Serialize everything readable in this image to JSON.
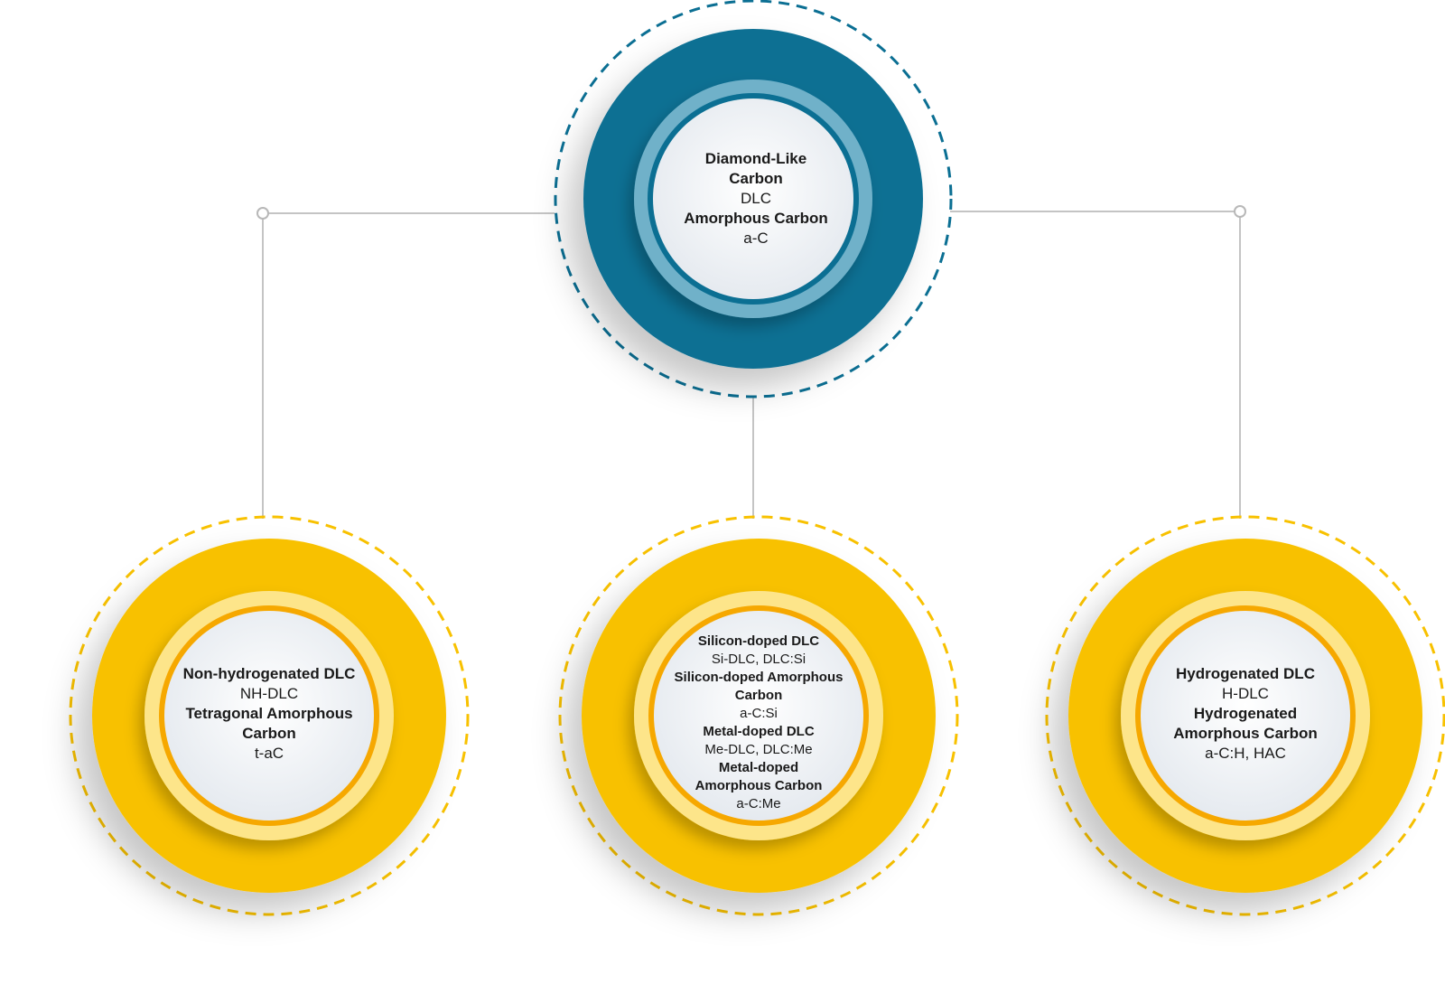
{
  "colors": {
    "root_outer": "#0b6f93",
    "root_ring": "#6fb1c9",
    "root_dash": "#0b6f93",
    "child_outer": "#f8c100",
    "child_ring": "#fde58a",
    "child_ring_edge": "#f6a800",
    "child_dash": "#f8c100",
    "core_fill": "#eef1f5",
    "connector": "#c4c4c4"
  },
  "root": {
    "lines": [
      {
        "text": "Diamond-Like",
        "style": "bold"
      },
      {
        "text": "Carbon",
        "style": "bold"
      },
      {
        "text": "DLC",
        "style": "normal"
      },
      {
        "text": "Amorphous Carbon",
        "style": "bold"
      },
      {
        "text": "a-C",
        "style": "normal"
      }
    ]
  },
  "children": [
    {
      "id": "left",
      "lines": [
        {
          "text": "Non-hydrogenated DLC",
          "style": "bold"
        },
        {
          "text": "NH-DLC",
          "style": "normal"
        },
        {
          "text": "Tetragonal Amorphous",
          "style": "bold"
        },
        {
          "text": "Carbon",
          "style": "bold"
        },
        {
          "text": "t-aC",
          "style": "normal"
        }
      ]
    },
    {
      "id": "middle",
      "lines": [
        {
          "text": "Silicon-doped DLC",
          "style": "bold"
        },
        {
          "text": "Si-DLC, DLC:Si",
          "style": "normal"
        },
        {
          "text": "Silicon-doped Amorphous",
          "style": "bold"
        },
        {
          "text": "Carbon",
          "style": "bold"
        },
        {
          "text": "a-C:Si",
          "style": "normal"
        },
        {
          "text": "Metal-doped DLC",
          "style": "bold"
        },
        {
          "text": "Me-DLC, DLC:Me",
          "style": "normal"
        },
        {
          "text": "Metal-doped",
          "style": "bold"
        },
        {
          "text": "Amorphous Carbon",
          "style": "bold"
        },
        {
          "text": "a-C:Me",
          "style": "normal"
        }
      ]
    },
    {
      "id": "right",
      "lines": [
        {
          "text": "Hydrogenated DLC",
          "style": "bold"
        },
        {
          "text": "H-DLC",
          "style": "normal"
        },
        {
          "text": "Hydrogenated",
          "style": "bold"
        },
        {
          "text": "Amorphous Carbon",
          "style": "bold"
        },
        {
          "text": "a-C:H, HAC",
          "style": "normal"
        }
      ]
    }
  ]
}
